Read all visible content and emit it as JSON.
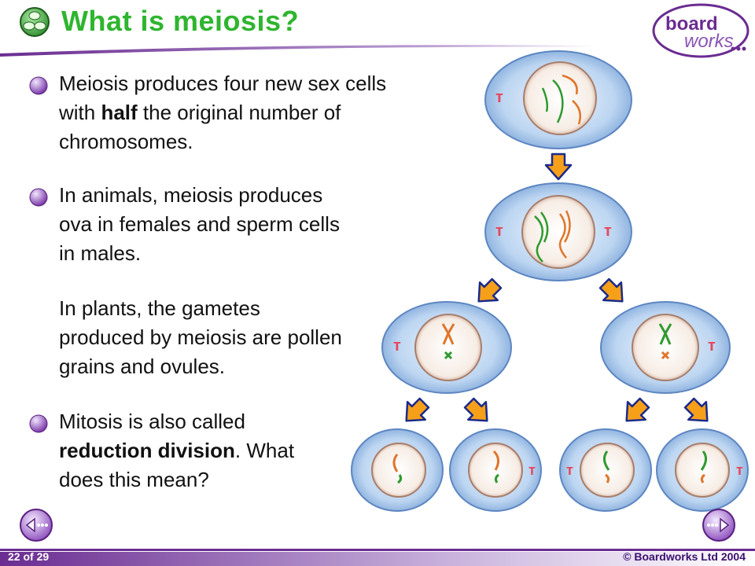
{
  "slide": {
    "title": "What is meiosis?",
    "bullets": [
      {
        "pre": "Meiosis produces four new sex cells with ",
        "bold": "half",
        "post": " the original number of chromosomes."
      },
      {
        "pre": "In animals, meiosis produces ova in females and sperm cells in males.",
        "bold": "",
        "post": ""
      },
      {
        "pre": "In plants, the gametes produced by meiosis are pollen grains and ovules.",
        "bold": "",
        "post": ""
      },
      {
        "pre": "Mitosis is also called ",
        "bold": "reduction division",
        "post": ". What does this mean?"
      }
    ],
    "logo": {
      "line1": "board",
      "line2": "works"
    },
    "page": "22 of 29",
    "copyright": "© Boardworks Ltd 2004"
  },
  "icons": {
    "title": "cells-icon",
    "bullet": "purple-sphere-icon",
    "back": "back-arrow-icon",
    "next": "next-arrow-icon",
    "division": "division-arrow-icon"
  },
  "colors": {
    "title": "#2fb52f",
    "accent": "#6a2c91",
    "cell": "#b9d3ef",
    "arrow": "#f6a01a"
  }
}
